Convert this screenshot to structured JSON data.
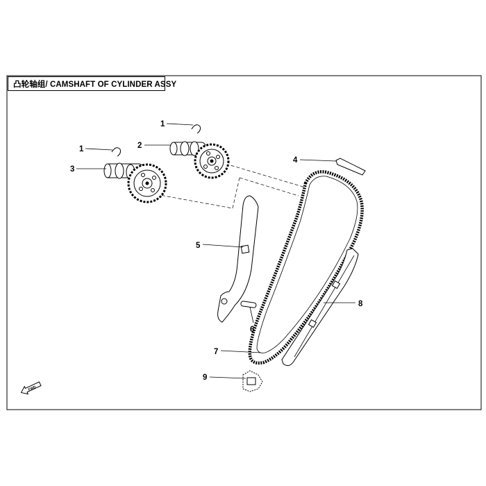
{
  "title": "凸轮轴组/ CAMSHAFT OF CYLINDER ASSY",
  "callouts": [
    {
      "id": "1a",
      "label": "1"
    },
    {
      "id": "1b",
      "label": "1"
    },
    {
      "id": "2",
      "label": "2"
    },
    {
      "id": "3",
      "label": "3"
    },
    {
      "id": "4",
      "label": "4"
    },
    {
      "id": "5",
      "label": "5"
    },
    {
      "id": "6",
      "label": "6"
    },
    {
      "id": "7",
      "label": "7"
    },
    {
      "id": "8",
      "label": "8"
    },
    {
      "id": "9",
      "label": "9"
    }
  ],
  "fwd_label": "FWD"
}
